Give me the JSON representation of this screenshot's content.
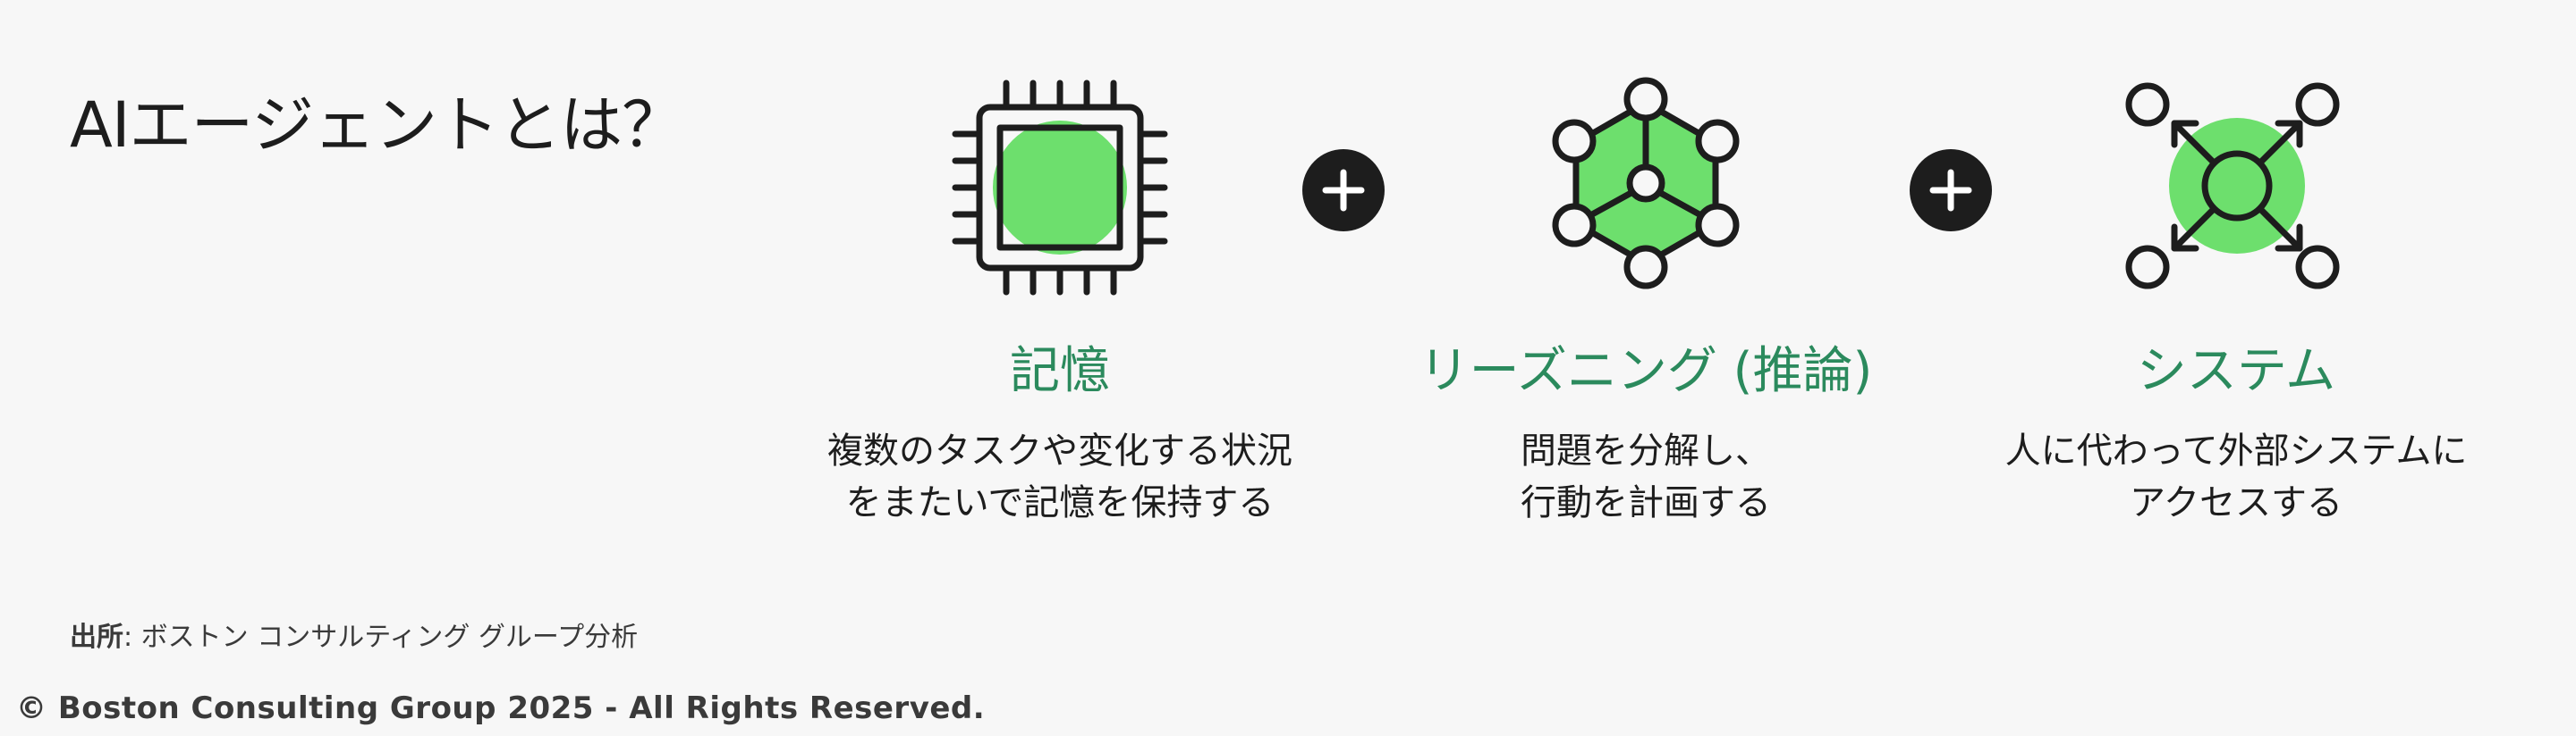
{
  "title": "AIエージェントとは？",
  "colors": {
    "accent_green": "#6ddf6d",
    "title_green": "#2b8a5d",
    "icon_stroke": "#1d1d1d"
  },
  "concepts": [
    {
      "icon": "memory-chip-icon",
      "title": "記憶",
      "desc_lines": [
        "複数のタスクや変化する状況",
        "をまたいで記憶を保持する"
      ]
    },
    {
      "icon": "reasoning-network-icon",
      "title": "リーズニング (推論)",
      "desc_lines": [
        "問題を分解し、",
        "行動を計画する"
      ]
    },
    {
      "icon": "system-connections-icon",
      "title": "システム",
      "desc_lines": [
        "人に代わって外部システムに",
        "アクセスする"
      ]
    }
  ],
  "operators": [
    "plus-icon",
    "plus-icon"
  ],
  "source": {
    "label": "出所",
    "text": "ボストン コンサルティング グループ分析"
  },
  "copyright": "© Boston Consulting Group 2025 - All Rights Reserved."
}
